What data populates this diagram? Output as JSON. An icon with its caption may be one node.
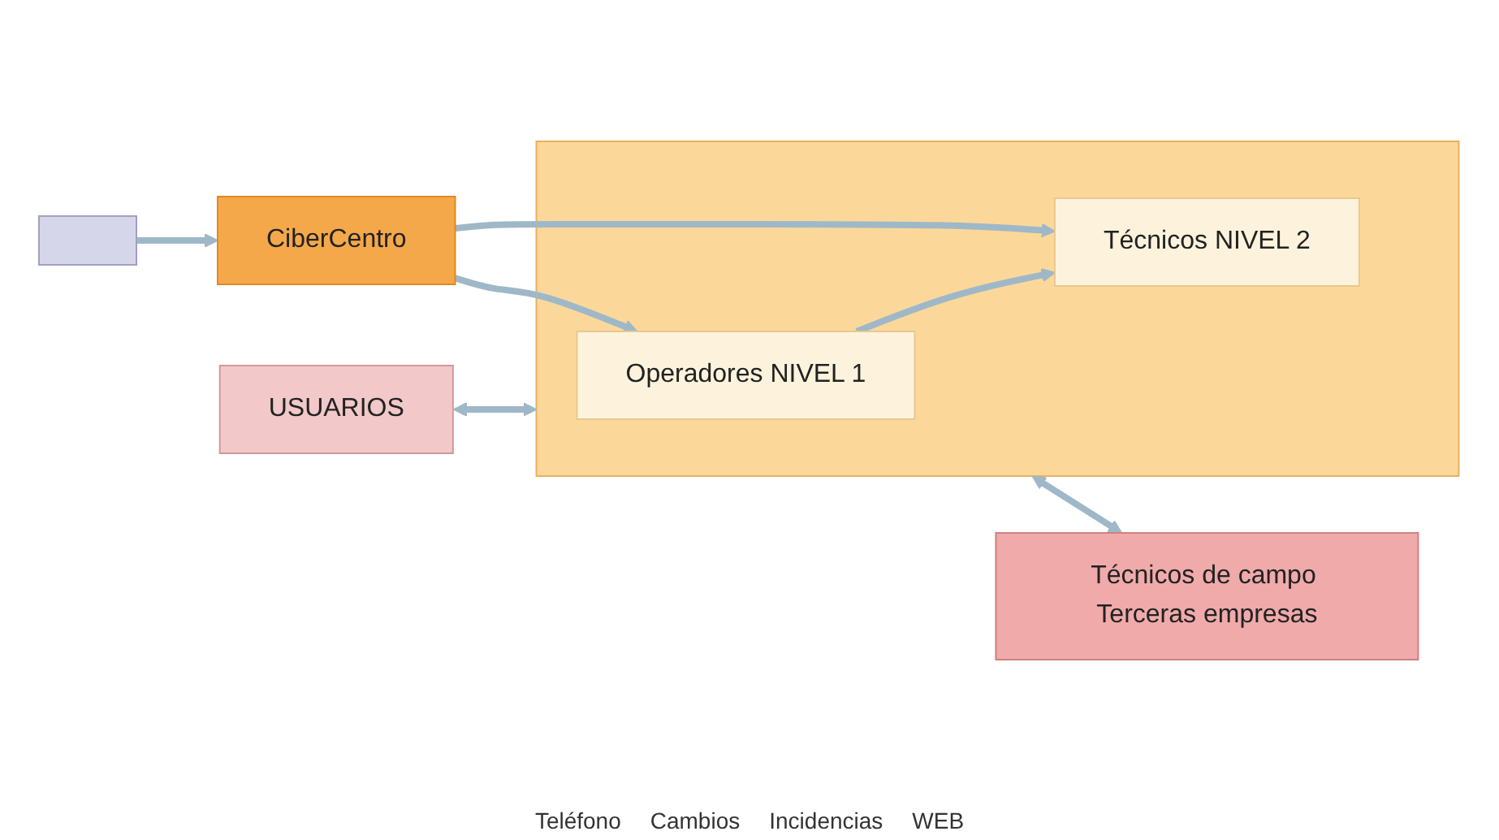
{
  "diagram": {
    "nodes": [
      {
        "text": [],
        "shape": "box"
      },
      {
        "text": [
          "CiberCentro"
        ]
      },
      {
        "text": [
          "USUARIOS"
        ]
      },
      {
        "text": [],
        "shape": "box"
      },
      {
        "text": [
          "Operadores NIVEL 1"
        ],
        "in": 3
      },
      {
        "text": [
          "Técnicos NIVEL 2"
        ],
        "in": 3
      },
      {
        "text": [
          "Técnicos de campo Terceras empresas"
        ]
      }
    ],
    "edges": [
      {
        "from": 0,
        "to": 1,
        "arrow": "to"
      },
      {
        "from": 1,
        "to": 4,
        "arrow": "to"
      },
      {
        "from": 1,
        "to": 5,
        "arrow": "to"
      },
      {
        "from": 2,
        "to": 3,
        "arrow": "both"
      },
      {
        "from": 4,
        "to": 5,
        "arrow": "to"
      },
      {
        "from": 3,
        "to": 6,
        "arrow": "both"
      }
    ],
    "labels": [
      "Teléfono",
      "Cambios",
      "Incidencias",
      "WEB"
    ]
  }
}
